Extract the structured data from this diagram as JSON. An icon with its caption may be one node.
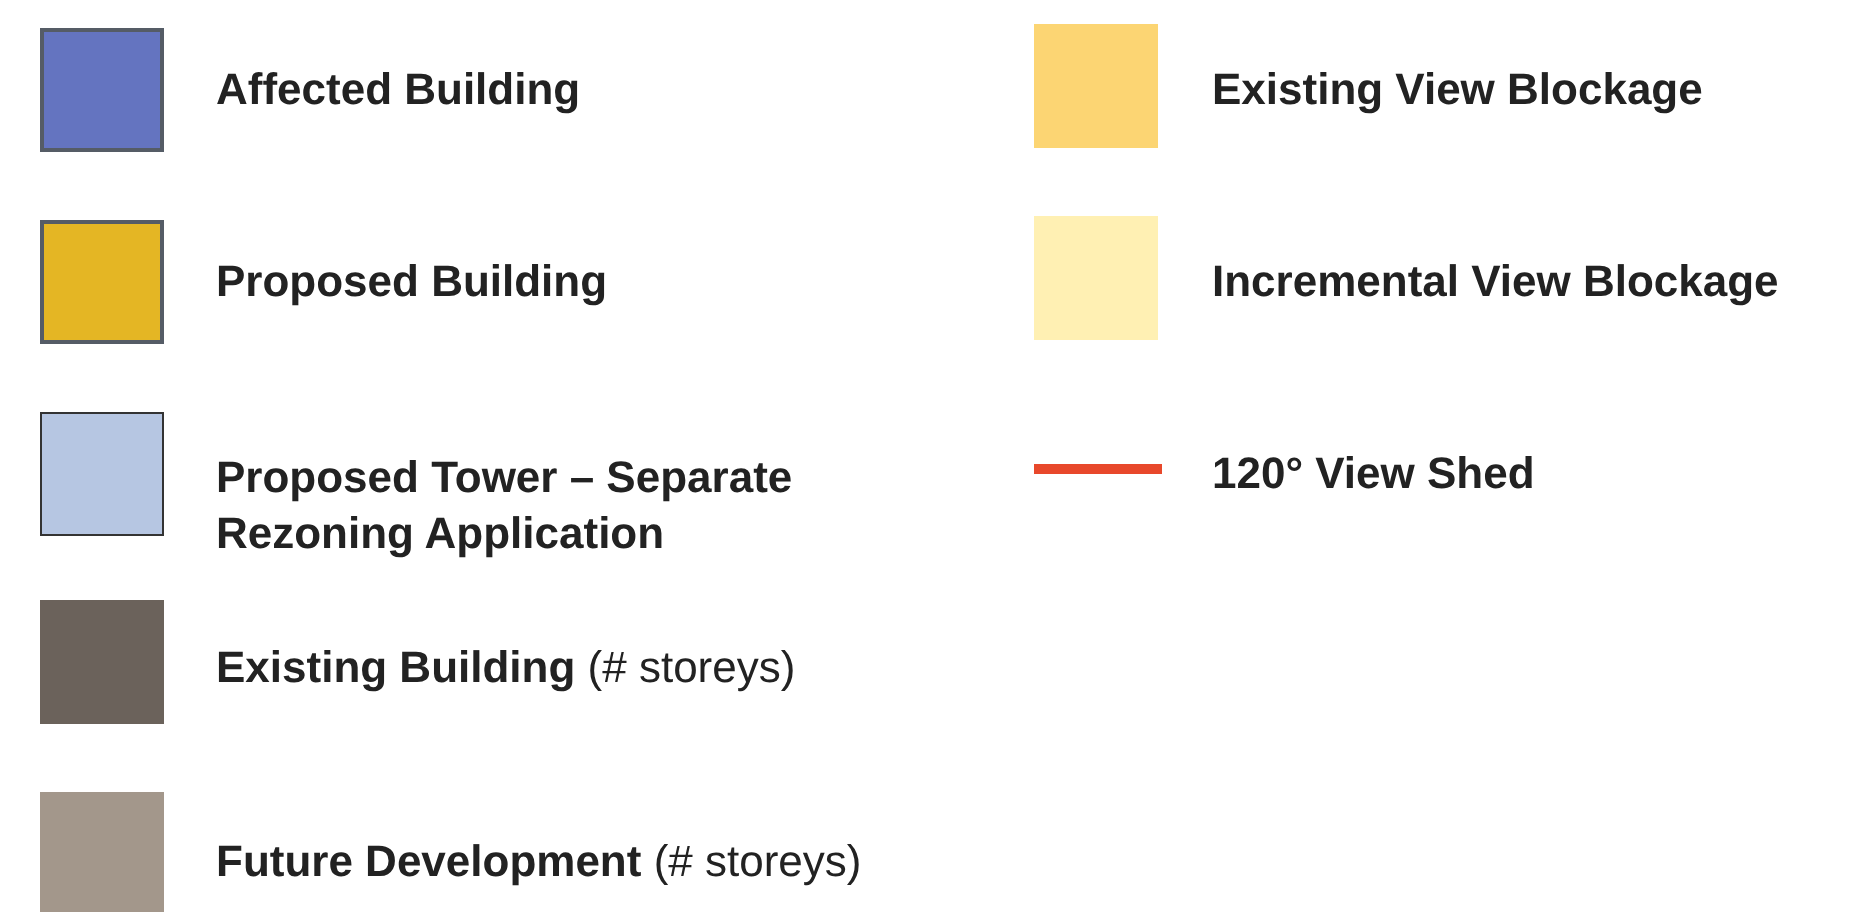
{
  "diagram": {
    "legend": [
      {
        "text": "Affected Building",
        "color": "#6474c0"
      },
      {
        "text": "Proposed Building",
        "color": "#e4b624"
      },
      {
        "text": "Proposed Tower – Separate Rezoning Application",
        "color": "#b6c6e2"
      },
      {
        "text": "**Existing Building** (# storeys)",
        "color": "#6b625b"
      },
      {
        "text": "**Future Development** (# storeys)",
        "color": "#a3978b"
      },
      {
        "text": "Existing View Blockage",
        "color": "#fcd573"
      },
      {
        "text": "Incremental View Blockage",
        "color": "#fff0b3"
      },
      {
        "text": "120° View Shed"
      }
    ]
  }
}
